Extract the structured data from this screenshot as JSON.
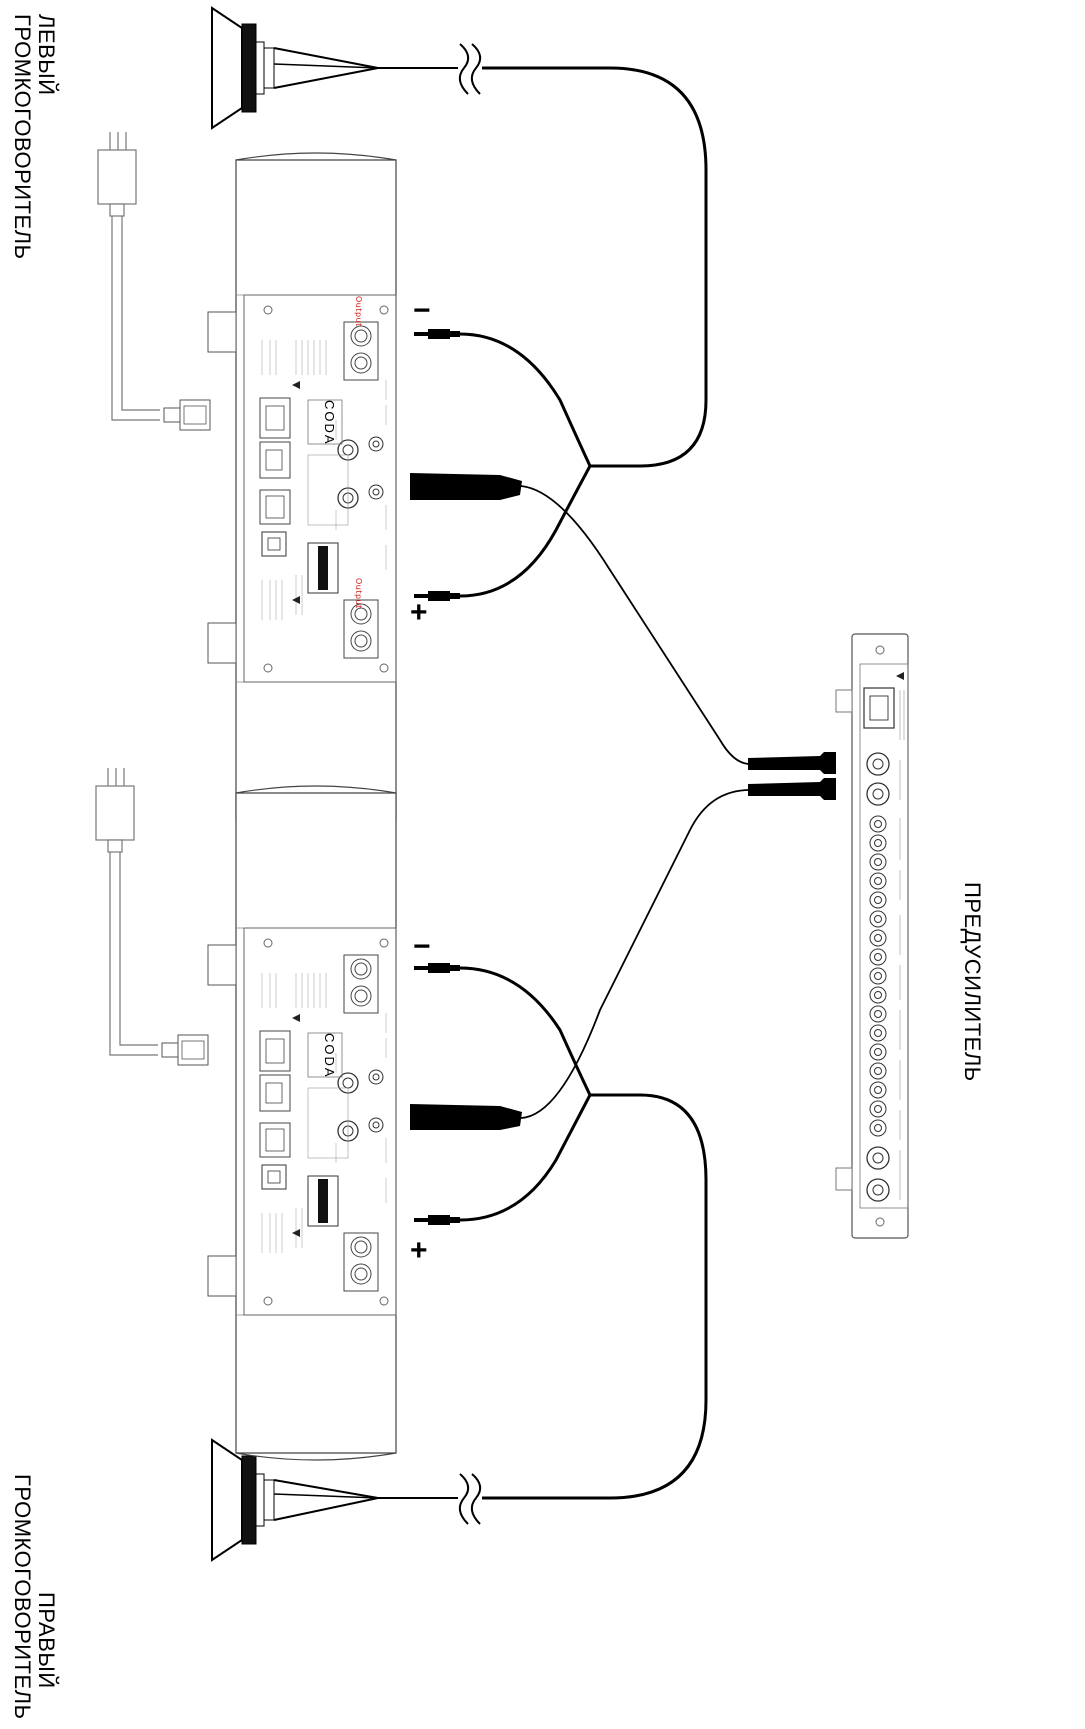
{
  "labels": {
    "left_speaker": [
      "ЛЕВЫЙ",
      "ГРОМКОГОВОРИТЕЛЬ"
    ],
    "right_speaker": [
      "ПРАВЫЙ",
      "ГРОМКОГОВОРИТЕЛЬ"
    ],
    "preamp": "ПРЕДУСИЛИТЕЛЬ"
  },
  "signs": {
    "amp1_minus": "−",
    "amp1_plus": "+",
    "amp2_minus": "−",
    "amp2_plus": "+"
  },
  "amp_brand": "CODA",
  "panel_red_text": [
    "Output",
    "Output"
  ],
  "colors": {
    "line": "#000000",
    "panel_red": "#d11a1a",
    "panel_stroke": "#555555"
  }
}
